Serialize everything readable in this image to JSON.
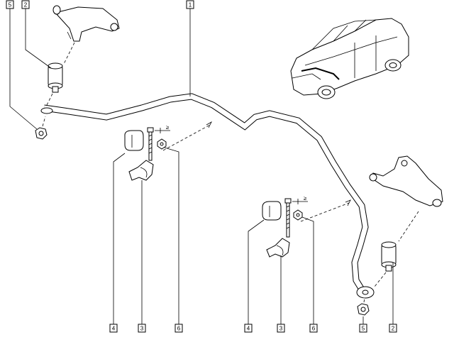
{
  "callouts": {
    "stabilizer_bar": "1",
    "link_top_left": "2",
    "nut_left": "5",
    "bushing_left": "4",
    "clamp_left": "3",
    "nut_center_left": "6",
    "bushing_right": "4",
    "clamp_right": "3",
    "nut_center_right": "6",
    "nut_right": "5",
    "link_right": "2"
  },
  "annotations": {
    "torque_symbol_left": "≥",
    "torque_symbol_right": "≥"
  }
}
